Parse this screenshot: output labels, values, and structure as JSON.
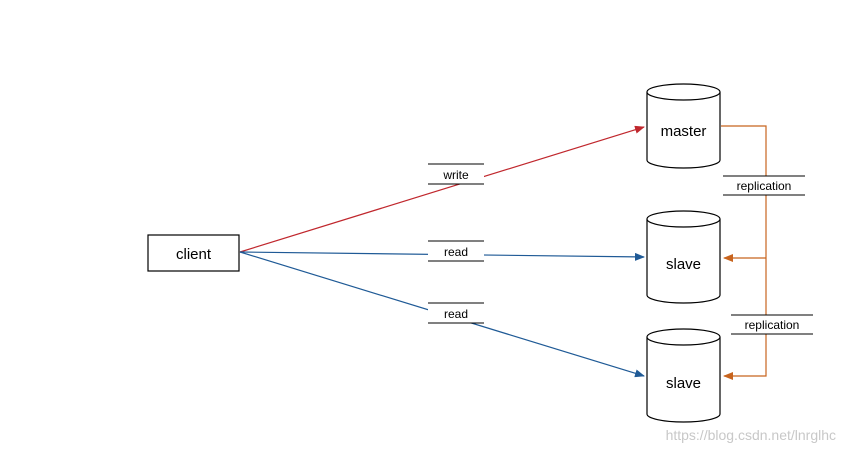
{
  "nodes": {
    "client": "client",
    "master": "master",
    "slave_1": "slave",
    "slave_2": "slave"
  },
  "edges": {
    "write": "write",
    "read_1": "read",
    "read_2": "read",
    "replication_1": "replication",
    "replication_2": "replication"
  },
  "watermark": "https://blog.csdn.net/lnrglhc",
  "colors": {
    "write": "#c0272d",
    "read": "#1f5a96",
    "replication": "#c8641e",
    "outline": "#000000"
  }
}
